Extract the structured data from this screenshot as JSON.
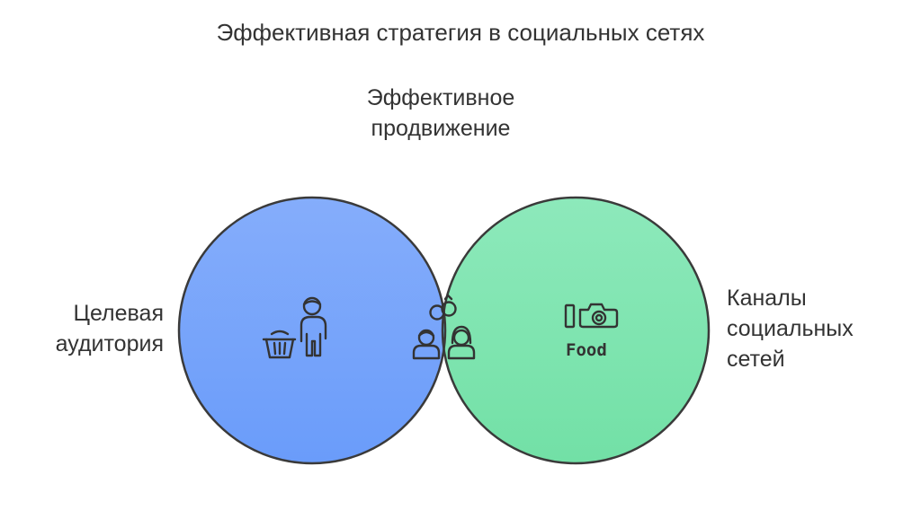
{
  "title": "Эффективная стратегия в социальных сетях",
  "sets": {
    "left": {
      "label": "Целевая\nаудитория",
      "icon": "shopping-basket-person-icon",
      "color": "#7aa8f8"
    },
    "right": {
      "label": "Каналы\nсоциальных\nсетей",
      "icon": "food-camera-icon",
      "color": "#86e8b5",
      "icon_text": "Food"
    },
    "intersection": {
      "label": "Эффективное\nпродвижение",
      "icon": "couple-rings-icon",
      "color": "#6ed8fb"
    }
  },
  "colors": {
    "outline": "#3a3a3a",
    "text": "#333333"
  }
}
